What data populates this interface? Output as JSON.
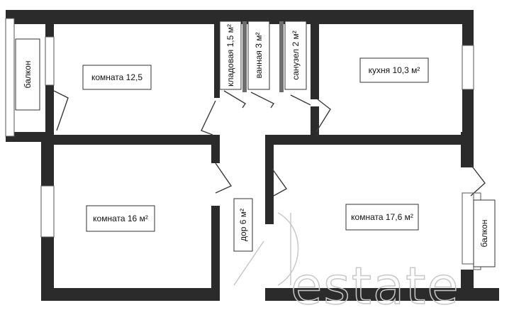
{
  "rooms": {
    "balcony_left": "балкон",
    "room_1": "комната 12,5",
    "pantry": "кладовая 1,5 м²",
    "bathroom": "ванная 3 м²",
    "toilet": "санузел 2 м²",
    "kitchen": "кухня 10,3 м²",
    "room_2": "комната 16 м²",
    "corridor": "дор 6 м²",
    "room_3": "комната 17,6 м²",
    "balcony_right": "балкон"
  },
  "watermark": "estate"
}
